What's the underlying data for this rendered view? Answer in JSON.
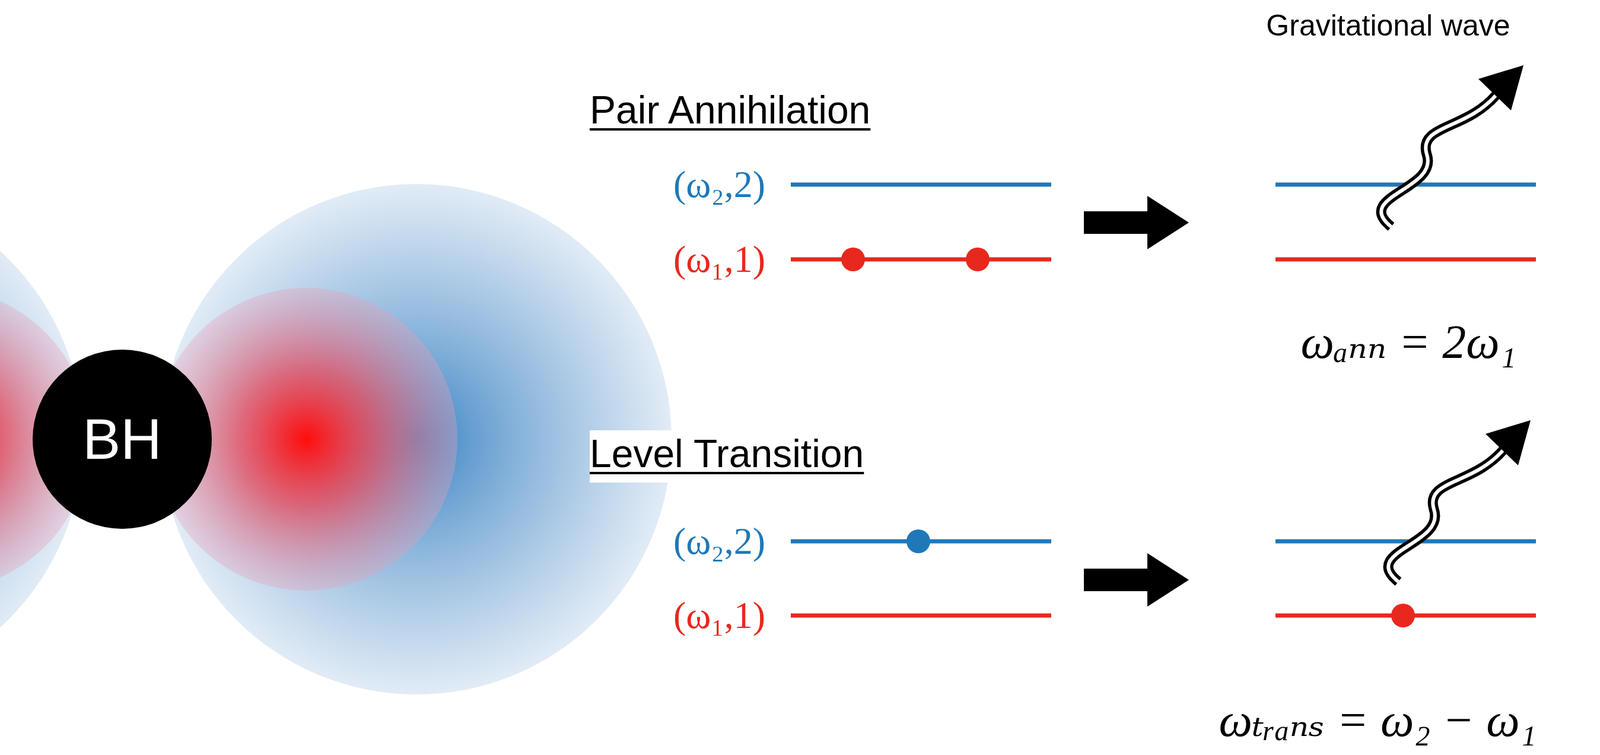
{
  "diagram": {
    "nodes": [
      {
        "text": [
          "BH"
        ]
      }
    ],
    "labels": [
      "Gravitational wave",
      "Pair Annihilation",
      "(ω₂,2)",
      "(ω₁,1)",
      "ωₐₙₙ = 2ω₁",
      "Level Transition",
      "(ω₂,2)",
      "(ω₁,1)",
      "ωₜᵣₐₙₛ = ω₂ − ω₁"
    ]
  }
}
